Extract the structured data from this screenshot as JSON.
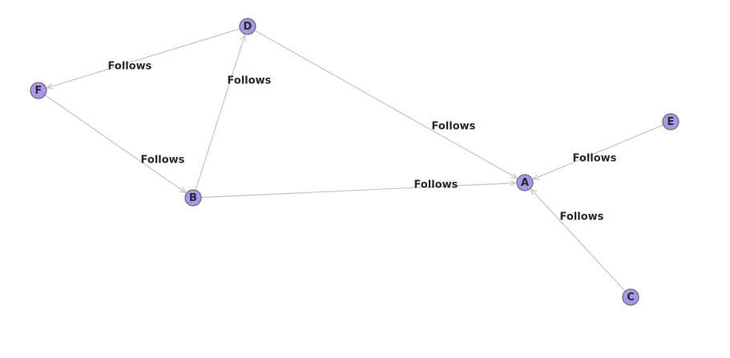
{
  "colors": {
    "background": "#ffffff",
    "node_fill": "#a896e6",
    "node_stroke": "#6f6f78",
    "edge": "#c4c4c4",
    "text": "#2a2a2a"
  },
  "nodes": [
    {
      "id": "A",
      "label": "A"
    },
    {
      "id": "B",
      "label": "B"
    },
    {
      "id": "C",
      "label": "C"
    },
    {
      "id": "D",
      "label": "D"
    },
    {
      "id": "E",
      "label": "E"
    },
    {
      "id": "F",
      "label": "F"
    }
  ],
  "edges": [
    {
      "from": "D",
      "to": "F",
      "label": "Follows"
    },
    {
      "from": "B",
      "to": "D",
      "label": "Follows"
    },
    {
      "from": "D",
      "to": "A",
      "label": "Follows"
    },
    {
      "from": "F",
      "to": "B",
      "label": "Follows"
    },
    {
      "from": "B",
      "to": "A",
      "label": "Follows"
    },
    {
      "from": "E",
      "to": "A",
      "label": "Follows"
    },
    {
      "from": "C",
      "to": "A",
      "label": "Follows"
    }
  ]
}
